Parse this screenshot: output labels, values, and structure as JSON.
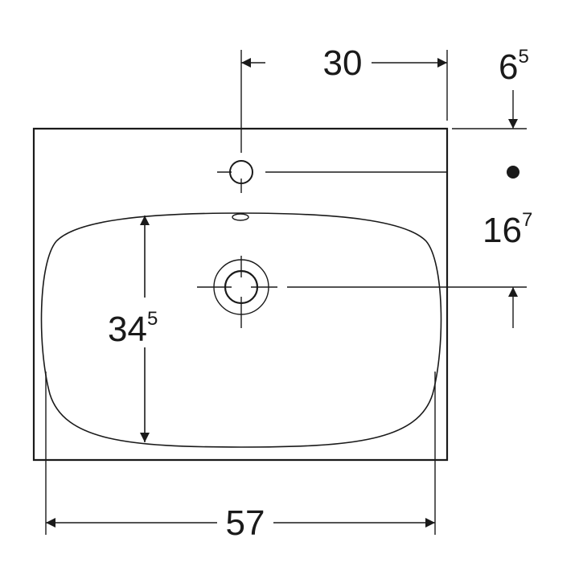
{
  "dimensions": {
    "top_width": "30",
    "top_offset": {
      "main": "6",
      "sup": "5"
    },
    "right_offset": {
      "main": "16",
      "sup": "7"
    },
    "bowl_depth": {
      "main": "34",
      "sup": "5"
    },
    "total_width": "57"
  }
}
